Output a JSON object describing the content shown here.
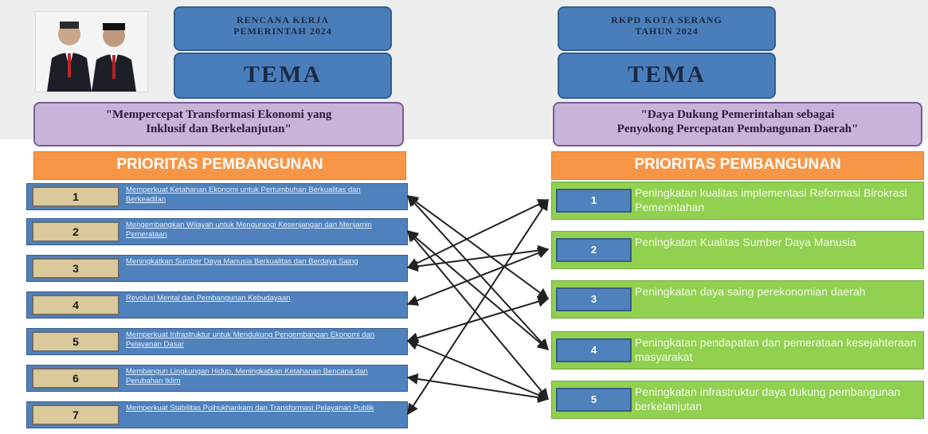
{
  "left": {
    "header_title": "RENCANA KERJA\nPEMERINTAH 2024",
    "tema_label": "TEMA",
    "theme_text": "\"Mempercepat Transformasi Ekonomi yang\nInklusif dan Berkelanjutan\"",
    "priorities_label": "PRIORITAS PEMBANGUNAN",
    "items": [
      {
        "number": "1",
        "text": "Memperkuat Ketahanan Ekonomi untuk Pertumbuhan Berkualitas dan Berkeadilan"
      },
      {
        "number": "2",
        "text": "Mengembangkan Wilayah untuk Mengurangi Kesenjangan dan Menjamin Pemerataan"
      },
      {
        "number": "3",
        "text": "Meningkatkan Sumber Daya Manusia Berkualitas dan Berdaya Saing"
      },
      {
        "number": "4",
        "text": "Revolusi Mental dan Pembangunan Kebudayaan"
      },
      {
        "number": "5",
        "text": "Memperkuat Infrastruktur untuk Mendukung Pengembangan Ekonomi dan Pelayanan Dasar"
      },
      {
        "number": "6",
        "text": "Membangun Lingkungan Hidup, Meningkatkan Ketahanan Bencana dan Perubahan Iklim"
      },
      {
        "number": "7",
        "text": "Memperkuat Stabilitas Polhukhankam dan Transformasi Pelayanan Publik"
      }
    ]
  },
  "right": {
    "header_title": "RKPD KOTA SERANG\nTAHUN 2024",
    "tema_label": "TEMA",
    "theme_text": "\"Daya Dukung Pemerintahan sebagai\nPenyokong Percepatan Pembangunan Daerah\"",
    "priorities_label": "PRIORITAS PEMBANGUNAN",
    "items": [
      {
        "number": "1",
        "text": "Peningkatan kualitas implementasi Reformasi Birokrasi Pemerintahan"
      },
      {
        "number": "2",
        "text": "Peningkatan Kualitas Sumber Daya Manusia"
      },
      {
        "number": "3",
        "text": "Peningkatan daya saing perekonomian daerah"
      },
      {
        "number": "4",
        "text": "Peningkatan pendapatan dan pemerataan kesejahteraan masyarakat"
      },
      {
        "number": "5",
        "text": "Peningkatan infrastruktur daya dukung pembangunan berkelanjutan"
      }
    ]
  },
  "connections": [
    {
      "from": "1",
      "to": "3"
    },
    {
      "from": "1",
      "to": "4"
    },
    {
      "from": "2",
      "to": "4"
    },
    {
      "from": "2",
      "to": "5"
    },
    {
      "from": "3",
      "to": "1"
    },
    {
      "from": "3",
      "to": "2"
    },
    {
      "from": "4",
      "to": "2"
    },
    {
      "from": "5",
      "to": "3"
    },
    {
      "from": "5",
      "to": "5"
    },
    {
      "from": "6",
      "to": "5"
    },
    {
      "from": "7",
      "to": "1"
    }
  ],
  "colors": {
    "header_blue": "#4a7ebb",
    "theme_purple": "#c9b3d9",
    "priority_orange": "#f79646",
    "left_row_blue": "#4f81bd",
    "left_number_tan": "#d9c99b",
    "right_row_green": "#92d050"
  }
}
